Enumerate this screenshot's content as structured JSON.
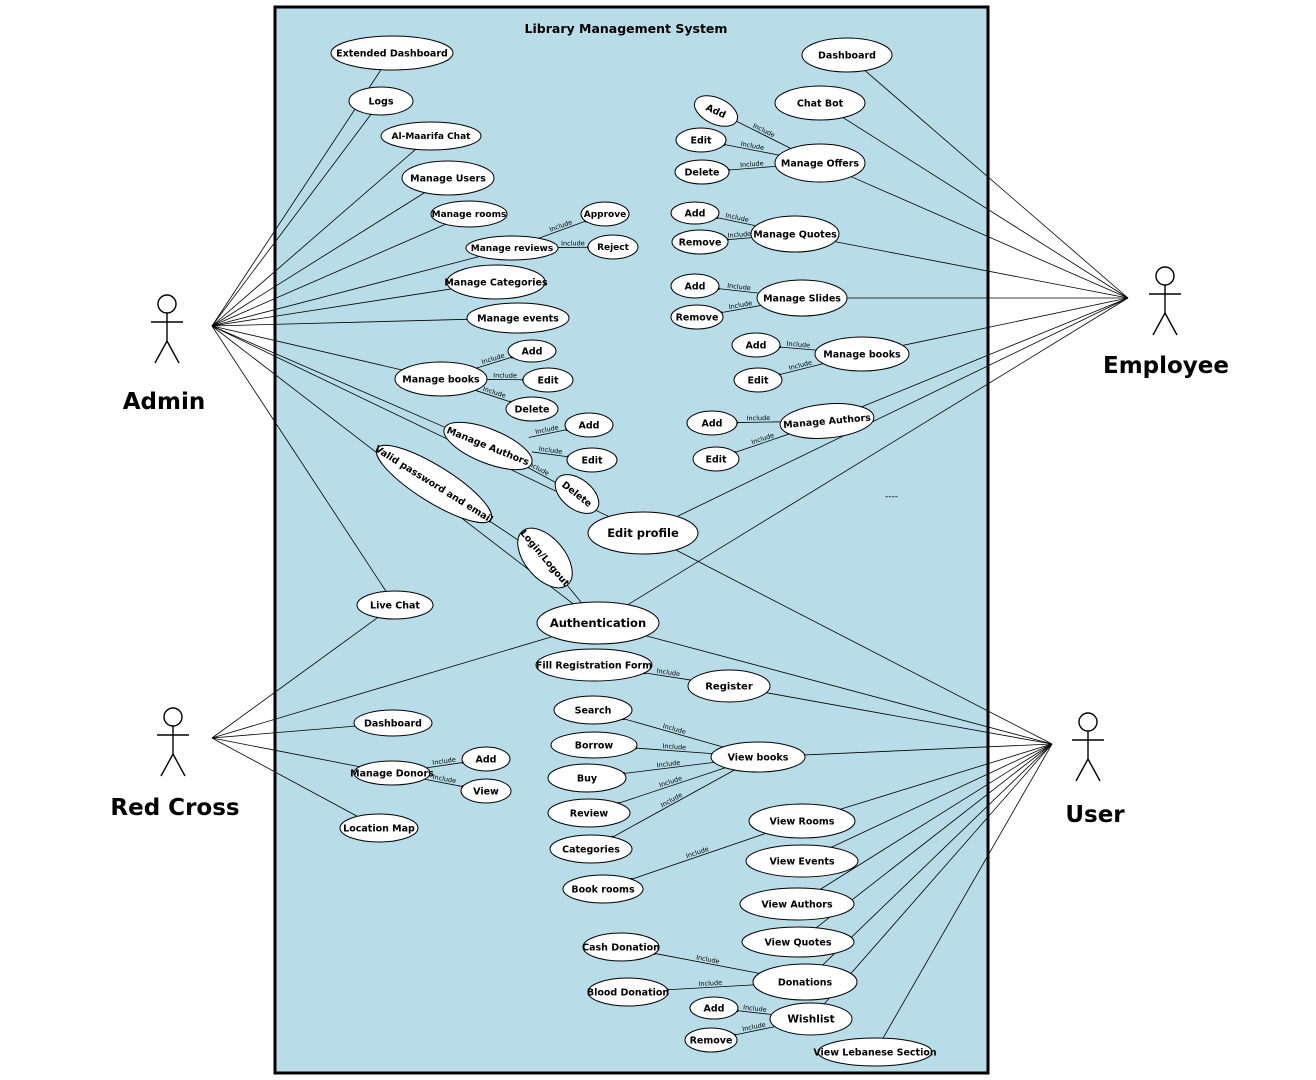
{
  "system": {
    "title": "Library Management System",
    "background": "#b8dde8"
  },
  "actors": {
    "admin": "Admin",
    "employee": "Employee",
    "red_cross": "Red Cross",
    "user": "User"
  },
  "relation_label": "Include",
  "use_cases": {
    "extended_dashboard": "Extended Dashboard",
    "logs": "Logs",
    "al_maarifa_chat": "Al-Maarifa Chat",
    "manage_users": "Manage Users",
    "manage_rooms": "Manage rooms",
    "manage_reviews": "Manage reviews",
    "approve": "Approve",
    "reject": "Reject",
    "manage_categories": "Manage Categories",
    "manage_events": "Manage events",
    "admin_manage_books": "Manage books",
    "admin_books_add": "Add",
    "admin_books_edit": "Edit",
    "admin_books_delete": "Delete",
    "admin_manage_authors": "Manage Authors",
    "admin_authors_add": "Add",
    "admin_authors_edit": "Edit",
    "admin_authors_delete": "Delete",
    "valid_password": "Valid password and email",
    "login_logout": "Login/Logout",
    "edit_profile": "Edit profile",
    "live_chat": "Live Chat",
    "authentication": "Authentication",
    "fill_registration": "Fill Registration Form",
    "register": "Register",
    "emp_dashboard": "Dashboard",
    "chat_bot": "Chat Bot",
    "offers_add": "Add",
    "offers_edit": "Edit",
    "offers_delete": "Delete",
    "manage_offers": "Manage Offers",
    "quotes_add": "Add",
    "quotes_remove": "Remove",
    "manage_quotes": "Manage Quotes",
    "slides_add": "Add",
    "slides_remove": "Remove",
    "manage_slides": "Manage Slides",
    "emp_books_add": "Add",
    "emp_books_edit": "Edit",
    "emp_manage_books": "Manage books",
    "emp_authors_add": "Add",
    "emp_authors_edit": "Edit",
    "emp_manage_authors": "Manage Authors",
    "rc_dashboard": "Dashboard",
    "manage_donors": "Manage Donors",
    "donors_add": "Add",
    "donors_view": "View",
    "location_map": "Location Map",
    "search": "Search",
    "borrow": "Borrow",
    "buy": "Buy",
    "review": "Review",
    "categories": "Categories",
    "view_books": "View books",
    "book_rooms": "Book rooms",
    "view_rooms": "View Rooms",
    "view_events": "View Events",
    "view_authors": "View Authors",
    "view_quotes": "View Quotes",
    "cash_donation": "Cash Donation",
    "blood_donation": "Blood Donation",
    "donations": "Donations",
    "wishlist_add": "Add",
    "wishlist_remove": "Remove",
    "wishlist": "Wishlist",
    "view_lebanese": "View Lebanese Section"
  }
}
